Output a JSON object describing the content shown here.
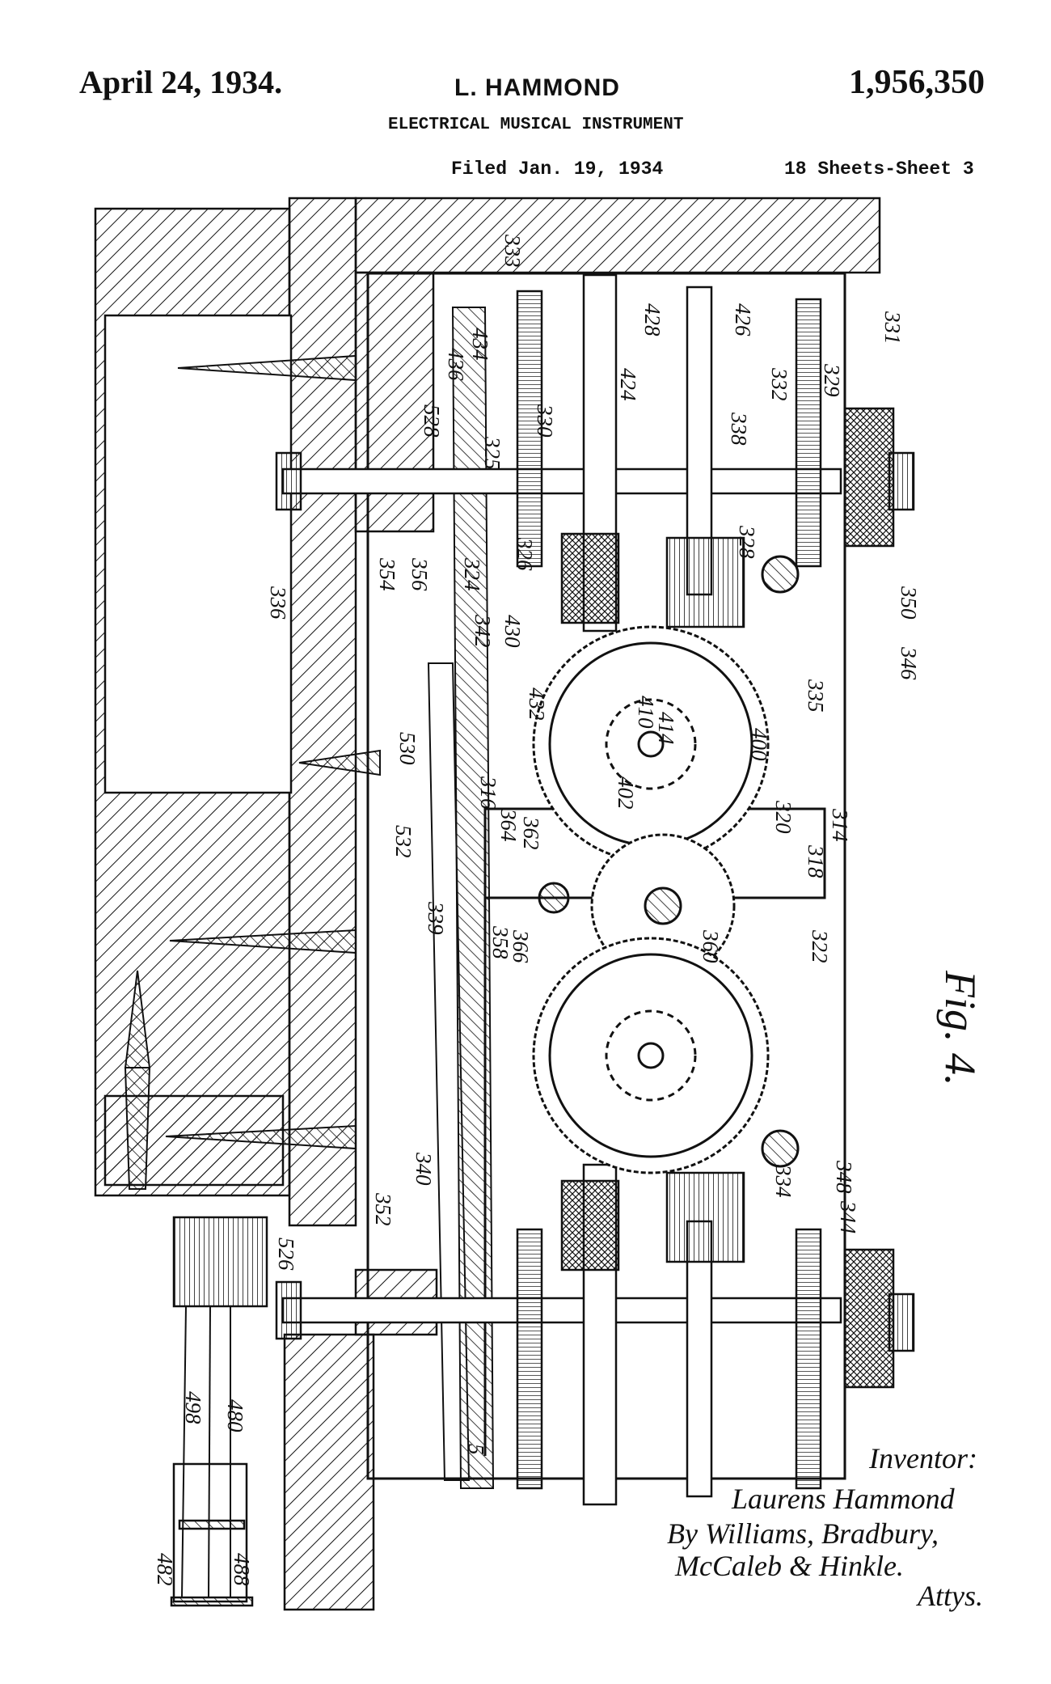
{
  "header": {
    "date": "April 24, 1934.",
    "inventor": "L. HAMMOND",
    "patent_number": "1,956,350",
    "title": "ELECTRICAL MUSICAL INSTRUMENT",
    "filed": "Filed Jan. 19, 1934",
    "sheets": "18 Sheets-Sheet 3"
  },
  "figure": {
    "label": "Fig. 4.",
    "reference_numerals": [
      "333",
      "434",
      "436",
      "428",
      "426",
      "331",
      "329",
      "332",
      "424",
      "338",
      "330",
      "528",
      "325",
      "326",
      "328",
      "350",
      "346",
      "336",
      "354",
      "356",
      "324",
      "342",
      "430",
      "432",
      "410",
      "414",
      "402",
      "400",
      "335",
      "316",
      "364",
      "362",
      "320",
      "318",
      "314",
      "358",
      "366",
      "360",
      "322",
      "530",
      "532",
      "339",
      "340",
      "352",
      "526",
      "348",
      "344",
      "334",
      "498",
      "480",
      "482",
      "488",
      "5"
    ]
  },
  "signature": {
    "inventor_label": "Inventor:",
    "inventor_name": "Laurens Hammond",
    "by_line": "By Williams, Bradbury,",
    "firm_line": "McCaleb & Hinkle.",
    "attys": "Attys."
  }
}
